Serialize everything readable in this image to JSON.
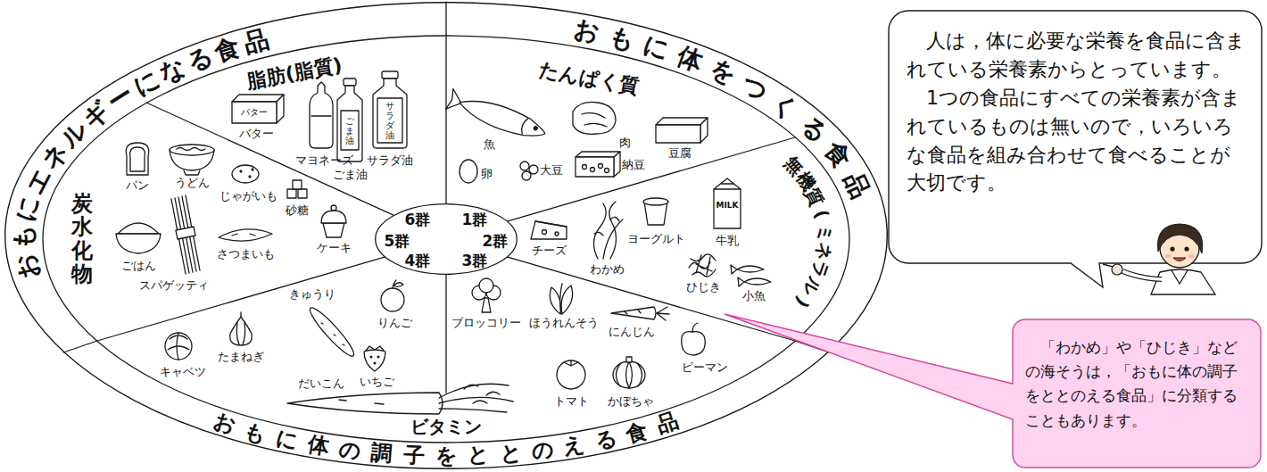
{
  "diagram": {
    "nodes": [
      {
        "text": [
          "おもにエネルギーになる食品",
          "おもに体をつくる食品",
          "おもに体の調子をととのえる食品"
        ]
      },
      {
        "text": [
          "6群",
          "1群",
          "5群",
          "2群",
          "4群",
          "3群"
        ],
        "in": 0
      },
      {
        "text": [
          "人は，体に必要な栄養を食品に含まれている栄養素からとっています。",
          "1つの食品にすべての栄養素が含まれているものは無いので，いろいろな食品を組み合わせて食べることが大切です。"
        ]
      },
      {
        "text": [
          "「わかめ」や「ひじき」などの海そうは，「おもに体の調子をととのえる食品」に分類することもあります。"
        ]
      }
    ],
    "labels": [
      "脂肪(脂質)",
      "たんぱく質",
      "炭水化物",
      "無機質(ミネラル)",
      "ビタミン",
      "バター",
      "バター",
      "マヨネーズ",
      "ごま油",
      "ごま油",
      "サラダ油",
      "サラダ油",
      "魚",
      "肉",
      "卵",
      "大豆",
      "豆腐",
      "納豆",
      "ヨーグルト",
      "MILK",
      "牛乳",
      "チーズ",
      "わかめ",
      "ひじき",
      "小魚",
      "パン",
      "うどん",
      "じゃがいも",
      "砂糖",
      "ごはん",
      "スパゲッティ",
      "さつまいも",
      "ケーキ",
      "きゅうり",
      "りんご",
      "キャベツ",
      "たまねぎ",
      "だいこん",
      "いちご",
      "ブロッコリー",
      "ほうれんそう",
      "にんじん",
      "ピーマン",
      "トマト",
      "かぼちゃ"
    ]
  }
}
